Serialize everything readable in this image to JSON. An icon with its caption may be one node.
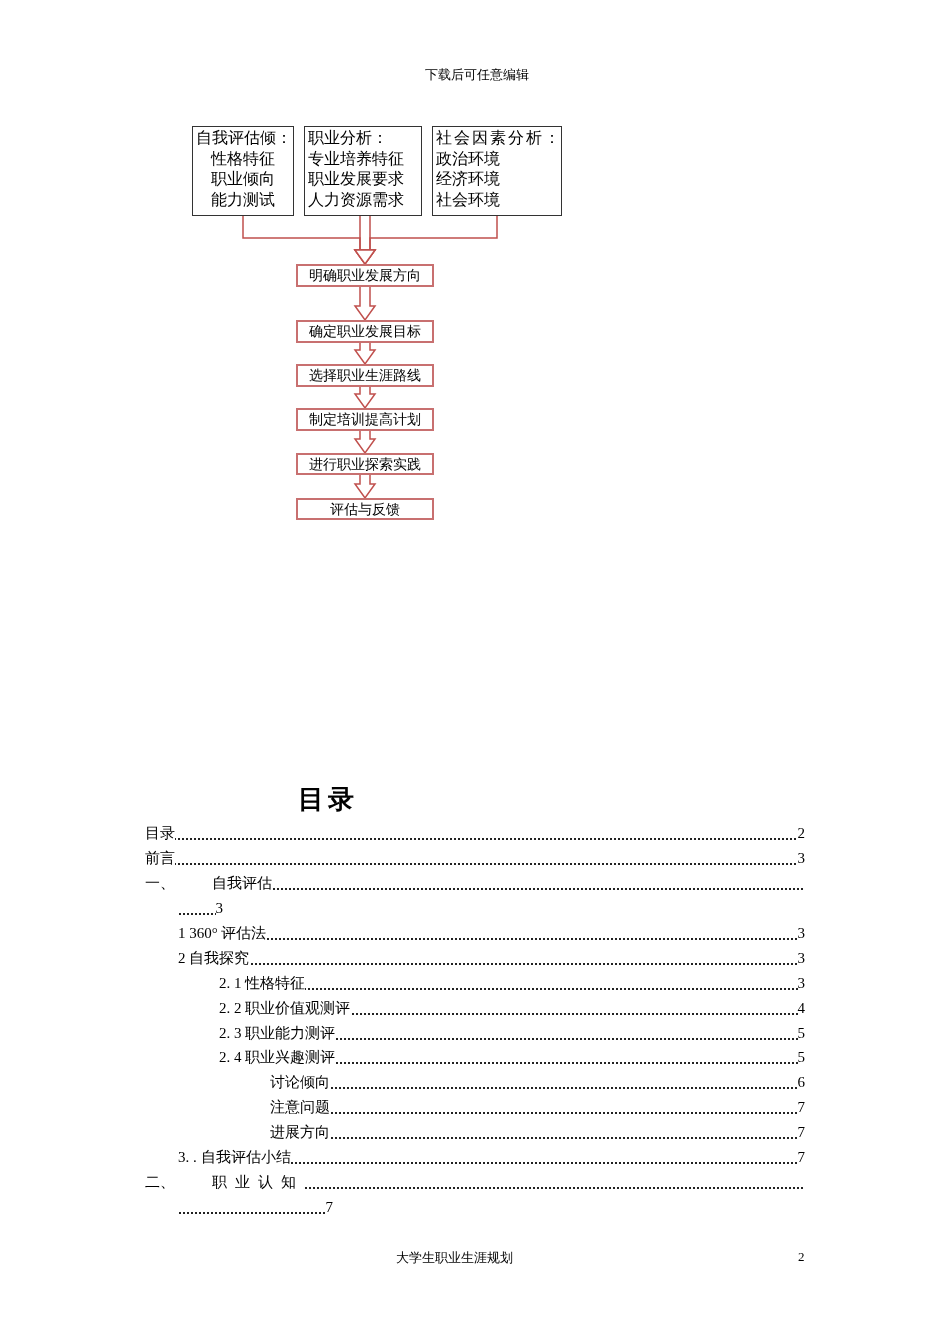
{
  "diagram": {
    "nodes": [
      {
        "text": [
          "自我评估倾：",
          "性格特征",
          "职业倾向",
          "能力测试"
        ]
      },
      {
        "text": [
          "职业分析：",
          "专业培养特征",
          "职业发展要求",
          "人力资源需求"
        ]
      },
      {
        "text": [
          "社会因素分析：",
          "政治环境",
          "经济环境",
          "社会环境"
        ]
      },
      {
        "text": [
          "明确职业发展方向"
        ]
      },
      {
        "text": [
          "确定职业发展目标"
        ]
      },
      {
        "text": [
          "选择职业生涯路线"
        ]
      },
      {
        "text": [
          "制定培训提高计划"
        ]
      },
      {
        "text": [
          "进行职业探索实践"
        ]
      },
      {
        "text": [
          "评估与反馈"
        ]
      }
    ],
    "edges": [
      {
        "from": 0,
        "to": 3,
        "arrow": "to",
        "color": "#c0504d"
      },
      {
        "from": 1,
        "to": 3,
        "arrow": "to",
        "color": "#c0504d"
      },
      {
        "from": 2,
        "to": 3,
        "arrow": "to",
        "color": "#c0504d"
      },
      {
        "from": 3,
        "to": 4,
        "arrow": "to",
        "color": "#c0504d"
      },
      {
        "from": 4,
        "to": 5,
        "arrow": "to",
        "color": "#c0504d"
      },
      {
        "from": 5,
        "to": 6,
        "arrow": "to",
        "color": "#c0504d"
      },
      {
        "from": 6,
        "to": 7,
        "arrow": "to",
        "color": "#c0504d"
      },
      {
        "from": 7,
        "to": 8,
        "arrow": "to",
        "color": "#c0504d"
      }
    ],
    "labels": [
      "下载后可任意编辑",
      "目录",
      "目录",
      "2",
      "前言",
      "3",
      "一、",
      "自我评估",
      "3",
      "1 360° 评估法",
      "3",
      "2 自我探究",
      "3",
      "2. 1 性格特征",
      "3",
      "2. 2 职业价值观测评",
      "4",
      "2. 3 职业能力测评",
      "5",
      "2. 4 职业兴趣测评",
      "5",
      "讨论倾向",
      "6",
      "注意问题",
      "7",
      "进展方向",
      "7",
      "3. . 自我评估小结",
      "7",
      "二、",
      "职业认知",
      "7",
      "大学生职业生涯规划",
      "2"
    ]
  }
}
